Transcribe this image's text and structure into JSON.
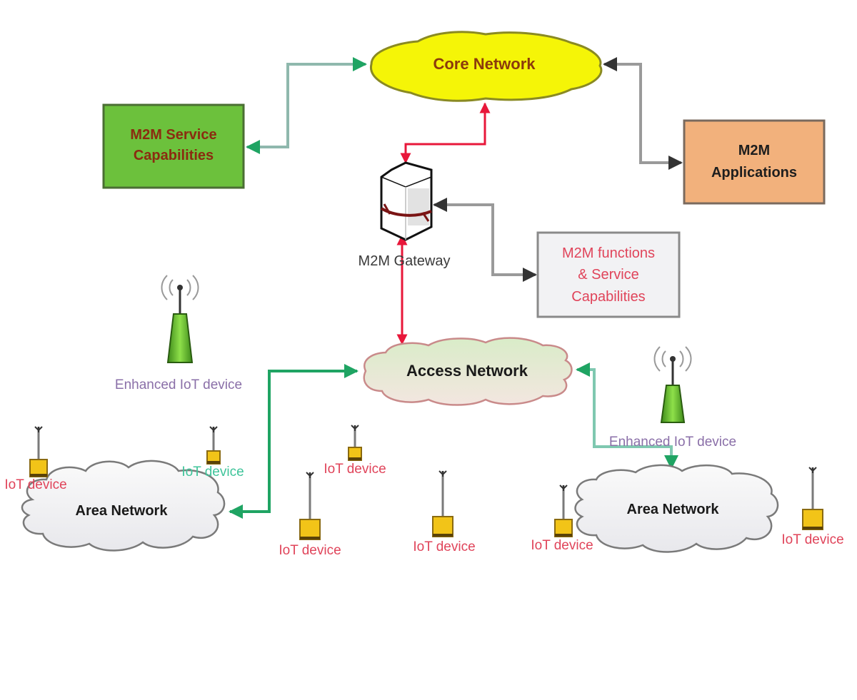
{
  "diagram": {
    "nodes": {
      "core_network": {
        "label": "Core Network",
        "fill": "#f5f507",
        "stroke": "#8a8a22",
        "text_color": "#8b3a0c"
      },
      "m2m_service_capabilities": {
        "label_lines": [
          "M2M Service",
          "Capabilities"
        ],
        "fill": "#6cc13c",
        "stroke": "#4a6e33",
        "text_color": "#8b2b10"
      },
      "m2m_applications": {
        "label_lines": [
          "M2M",
          "Applications"
        ],
        "fill": "#f2b17c",
        "stroke": "#7a6a5e",
        "text_color": "#1e1e1e"
      },
      "m2m_gateway": {
        "label": "M2M Gateway",
        "text_color": "#3a3a3a"
      },
      "m2m_functions": {
        "label_lines": [
          "M2M functions",
          "& Service",
          "Capabilities"
        ],
        "fill": "#f2f2f4",
        "stroke": "#8a8a8a",
        "text_color": "#e0445a"
      },
      "access_network": {
        "label": "Access Network",
        "fill": "#e6ead6",
        "stroke": "#c98a8a",
        "text_color": "#1a1a1a"
      },
      "area_network_left": {
        "label": "Area Network",
        "fill": "#f2f2f4",
        "stroke": "#7a7a7a",
        "text_color": "#1a1a1a"
      },
      "area_network_right": {
        "label": "Area Network",
        "fill": "#f2f2f4",
        "stroke": "#7a7a7a",
        "text_color": "#1a1a1a"
      },
      "enhanced_device_left": {
        "label": "Enhanced IoT device",
        "text_color": "#8a6fa8"
      },
      "enhanced_device_right": {
        "label": "Enhanced IoT device",
        "text_color": "#8a6fa8"
      }
    },
    "iot_devices": [
      {
        "label": "IoT device",
        "text_color": "#e0445a"
      },
      {
        "label": "IoT device",
        "text_color": "#3fc49a"
      },
      {
        "label": "IoT device",
        "text_color": "#e0445a"
      },
      {
        "label": "IoT device",
        "text_color": "#e0445a"
      },
      {
        "label": "IoT device",
        "text_color": "#e0445a"
      },
      {
        "label": "IoT device",
        "text_color": "#e0445a"
      },
      {
        "label": "IoT device",
        "text_color": "#e0445a"
      }
    ],
    "connections": [
      {
        "from": "M2M Service Capabilities",
        "to": "Core Network",
        "color": "#1fa463",
        "line_color": "#8fb8ad",
        "bidirectional": true
      },
      {
        "from": "Core Network",
        "to": "M2M Applications",
        "color": "#333333",
        "line_color": "#9a9a9a",
        "bidirectional": true
      },
      {
        "from": "M2M Gateway",
        "to": "Core Network",
        "color": "#e8173a",
        "line_color": "#e8173a",
        "bidirectional": true
      },
      {
        "from": "M2M Gateway",
        "to": "M2M functions & Service Capabilities",
        "color": "#333333",
        "line_color": "#9a9a9a",
        "bidirectional": true
      },
      {
        "from": "M2M Gateway",
        "to": "Access Network",
        "color": "#e8173a",
        "line_color": "#e8173a",
        "bidirectional": true
      },
      {
        "from": "Area Network (left)",
        "to": "Access Network",
        "color": "#1fa463",
        "line_color": "#1fa463",
        "bidirectional": true
      },
      {
        "from": "Area Network (right)",
        "to": "Access Network",
        "color": "#1fa463",
        "line_color": "#7fc8b0",
        "bidirectional": true
      }
    ]
  }
}
